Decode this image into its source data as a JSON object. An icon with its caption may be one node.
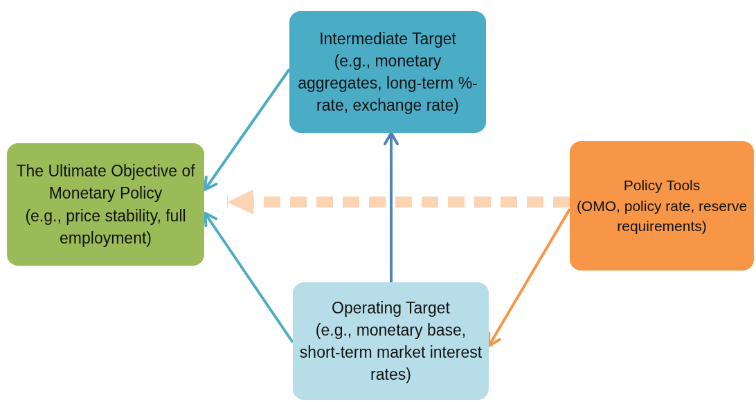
{
  "diagram": {
    "nodes": [
      {
        "text": [
          "The Ultimate Objective of Monetary Policy",
          "(e.g., price stability, full employment)"
        ]
      },
      {
        "text": [
          "Intermediate Target",
          "(e.g., monetary aggregates, long-term %-rate, exchange rate)"
        ]
      },
      {
        "text": [
          "Policy Tools",
          "(OMO, policy rate, reserve requirements)"
        ]
      },
      {
        "text": [
          "Operating Target",
          "(e.g., monetary base, short-term market interest rates)"
        ]
      }
    ],
    "edges": [
      {
        "from": 1,
        "to": 0,
        "arrow": "to"
      },
      {
        "from": 3,
        "to": 0,
        "arrow": "to"
      },
      {
        "from": 3,
        "to": 1,
        "arrow": "to",
        "color": "#4f81bd"
      },
      {
        "from": 2,
        "to": 3,
        "arrow": "to",
        "color": "#f79646"
      },
      {
        "from": 2,
        "to": 0,
        "arrow": "to",
        "style": "dashed",
        "color": "#fbd4b4"
      }
    ]
  }
}
